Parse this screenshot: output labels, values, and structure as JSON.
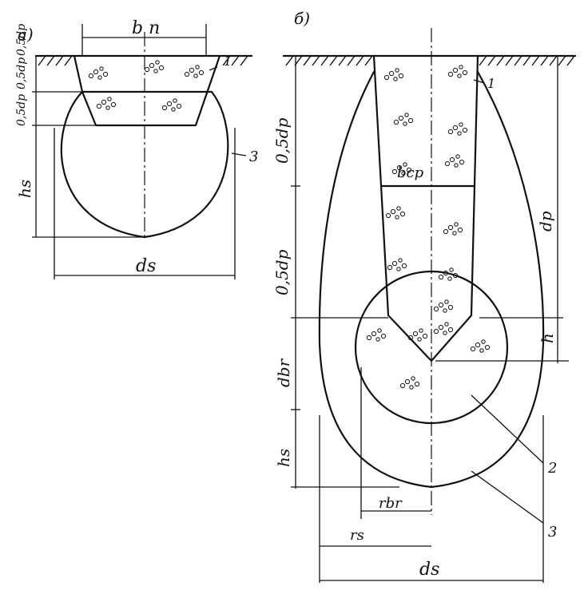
{
  "panel_a": {
    "caption": "а)",
    "labels": {
      "bn": "b n",
      "half_dp_top": "0,5dp",
      "half_dp_top2": "0,5dp",
      "half_dp_mid": "0,5dp",
      "hs": "hs",
      "ds": "ds",
      "callout_1": "1",
      "callout_3": "3"
    }
  },
  "panel_b": {
    "caption": "б)",
    "labels": {
      "half_dp_upper": "0,5dp",
      "half_dp_lower": "0,5dp",
      "bcp": "bcp",
      "dp": "dp",
      "h": "h",
      "dbr": "dbr",
      "hs": "hs",
      "rbr": "rbr",
      "rs": "rs",
      "ds": "ds",
      "callout_1": "1",
      "callout_2": "2",
      "callout_3": "3"
    }
  },
  "colors": {
    "ink": "#111111",
    "paper": "#ffffff"
  }
}
